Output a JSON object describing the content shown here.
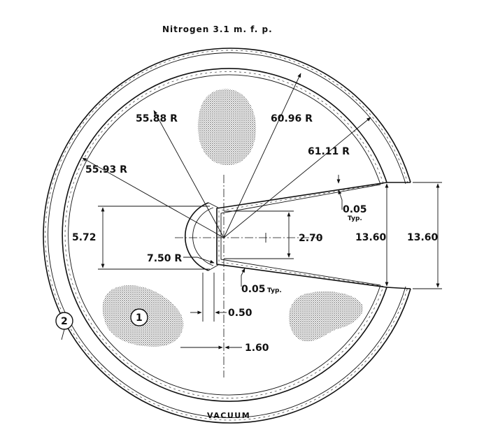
{
  "title": "Nitrogen   3.1  m. f. p.",
  "labels": {
    "r_55_88": "55.88 R",
    "r_60_96": "60.96 R",
    "r_61_11": "61.11 R",
    "r_55_93": "55.93 R",
    "r_7_50": "7.50 R",
    "d_5_72": "5.72",
    "d_2_70": "2.70",
    "d_13_60_inner": "13.60",
    "d_13_60_outer": "13.60",
    "d_0_05_top": "0.05",
    "typ_top": "Typ.",
    "d_0_05_bottom": "0.05",
    "typ_bottom": "Typ.",
    "d_0_50": "0.50",
    "d_1_60": "1.60",
    "region_1": "1",
    "region_2": "2",
    "vacuum": "VACUUM"
  },
  "colors": {
    "ink": "#111111",
    "stipple": "#8a8a8a"
  }
}
